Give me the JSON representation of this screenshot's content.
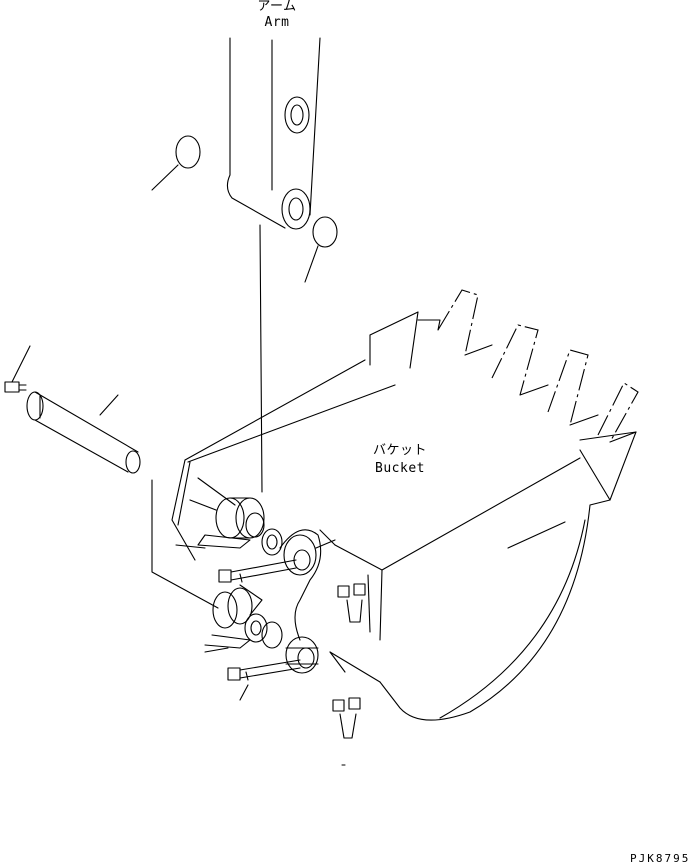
{
  "labels": {
    "arm_jp": "アーム",
    "arm_en": "Arm",
    "bucket_jp": "バケット",
    "bucket_en": "Bucket",
    "drawing_code": "PJK8795"
  },
  "colors": {
    "line": "#000000",
    "background": "#ffffff"
  }
}
